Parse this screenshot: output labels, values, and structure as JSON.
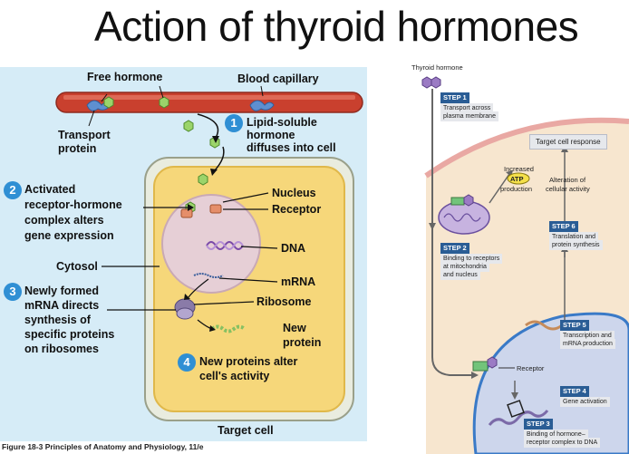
{
  "title": "Action of thyroid hormones",
  "left": {
    "free_hormone": "Free hormone",
    "blood_capillary": "Blood capillary",
    "transport_protein_1": "Transport",
    "transport_protein_2": "protein",
    "step1_num": "1",
    "step1_l1": "Lipid-soluble",
    "step1_l2": "hormone",
    "step1_l3": "diffuses into cell",
    "step2_num": "2",
    "step2_l1": "Activated",
    "step2_l2": "receptor-hormone",
    "step2_l3": "complex alters",
    "step2_l4": "gene expression",
    "nucleus": "Nucleus",
    "receptor": "Receptor",
    "dna": "DNA",
    "cytosol": "Cytosol",
    "mrna": "mRNA",
    "step3_num": "3",
    "step3_l1": "Newly formed",
    "step3_l2": "mRNA directs",
    "step3_l3": "synthesis of",
    "step3_l4": "specific proteins",
    "step3_l5": "on ribosomes",
    "ribosome": "Ribosome",
    "new_protein_1": "New",
    "new_protein_2": "protein",
    "step4_num": "4",
    "step4_l1": "New proteins alter",
    "step4_l2": "cell's activity",
    "target_cell": "Target cell",
    "caption": "Figure 18-3  Principles of Anatomy and Physiology, 11/e"
  },
  "right": {
    "thyroid_hormone": "Thyroid hormone",
    "step1": "STEP 1",
    "step1_text_1": "Transport across",
    "step1_text_2": "plasma membrane",
    "target_response": "Target cell response",
    "increased": "Increased",
    "atp": "ATP",
    "production": "production",
    "alteration_1": "Alteration of",
    "alteration_2": "cellular activity",
    "step2": "STEP 2",
    "step2_text_1": "Binding to receptors",
    "step2_text_2": "at mitochondria",
    "step2_text_3": "and nucleus",
    "step6": "STEP 6",
    "step6_text_1": "Translation and",
    "step6_text_2": "protein synthesis",
    "step5": "STEP 5",
    "step5_text_1": "Transcription and",
    "step5_text_2": "mRNA production",
    "receptor": "Receptor",
    "step4": "STEP 4",
    "step4_text": "Gene activation",
    "step3": "STEP 3",
    "step3_text_1": "Binding of hormone–",
    "step3_text_2": "receptor complex to DNA"
  }
}
